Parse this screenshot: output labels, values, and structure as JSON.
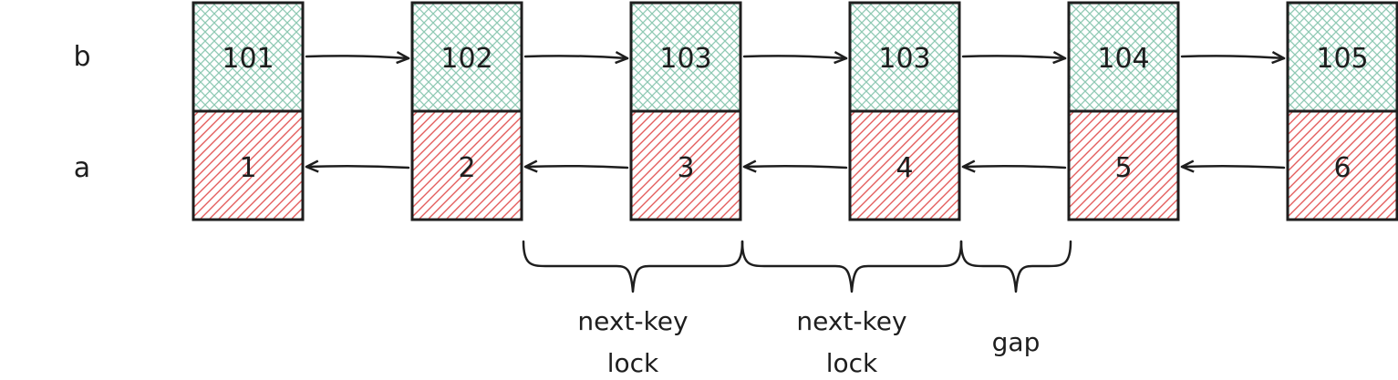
{
  "rows": {
    "b_label": "b",
    "a_label": "a"
  },
  "nodes": [
    {
      "b": "101",
      "a": "1"
    },
    {
      "b": "102",
      "a": "2"
    },
    {
      "b": "103",
      "a": "3"
    },
    {
      "b": "103",
      "a": "4"
    },
    {
      "b": "104",
      "a": "5"
    },
    {
      "b": "105",
      "a": "6"
    }
  ],
  "braces": [
    {
      "from_node": 2,
      "to_node": 3,
      "lines": [
        "next-key",
        "lock"
      ]
    },
    {
      "from_node": 3,
      "to_node": 4,
      "lines": [
        "next-key",
        "lock"
      ]
    },
    {
      "from_node": 4,
      "to_node": 4.5,
      "lines": [
        "gap"
      ]
    }
  ],
  "colors": {
    "b_cell_fill": "#8fc9b4",
    "a_cell_fill": "#e35d5d",
    "stroke": "#1e1e1e"
  }
}
